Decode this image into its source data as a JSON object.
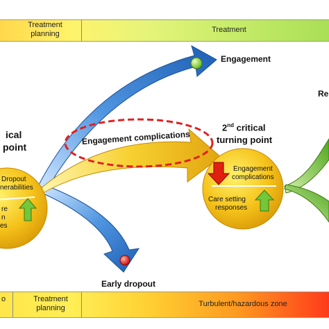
{
  "top_band": {
    "left_fragment": "",
    "planning": "Treatment\nplanning",
    "treatment": "Treatment"
  },
  "bottom_band": {
    "left_fragment": "o",
    "planning": "Treatment\nplanning",
    "zone": "Turbulent/hazardous zone"
  },
  "outcomes": {
    "engagement": "Engagement",
    "early_dropout": "Early dropout",
    "right_fragment": "Re"
  },
  "left_node": {
    "title_line1": "ical",
    "title_line2": "point",
    "text_dropout": "Dropout",
    "text_vulnerabilities": "nerabilities",
    "text_re": "re",
    "text_n": "n",
    "text_es": "es"
  },
  "middle": {
    "complication_label": "Engagement complications"
  },
  "right_node": {
    "title_line1_prefix": "2",
    "title_line1_sup": "nd",
    "title_line1_suffix": " critical",
    "title_line2": "turning point",
    "complications_line1": "Engagement",
    "complications_line2": "complications",
    "responses_line1": "Care setting",
    "responses_line2": "responses"
  },
  "colors": {
    "blue_arrow": "#2f78c8",
    "yellow_arrow": "#f2c21a",
    "green_arrow": "#6fbf2a",
    "node_fill": "#f5c21a",
    "dashed_ellipse": "#e02020",
    "red_down_arrow": "#e02010",
    "green_up_arrow": "#74c63a"
  }
}
